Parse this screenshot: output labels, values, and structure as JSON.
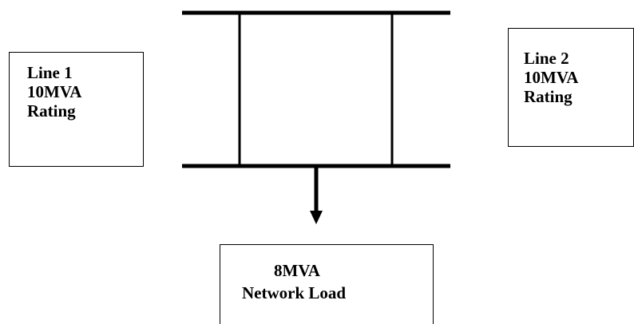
{
  "diagram": {
    "line1": {
      "name": "Line 1",
      "capacity": "10MVA",
      "rating_label": "Rating"
    },
    "line2": {
      "name": "Line 2",
      "capacity": "10MVA",
      "rating_label": "Rating"
    },
    "load": {
      "capacity": "8MVA",
      "label": "Network Load"
    },
    "colors": {
      "stroke": "#000000",
      "background": "#ffffff"
    }
  }
}
